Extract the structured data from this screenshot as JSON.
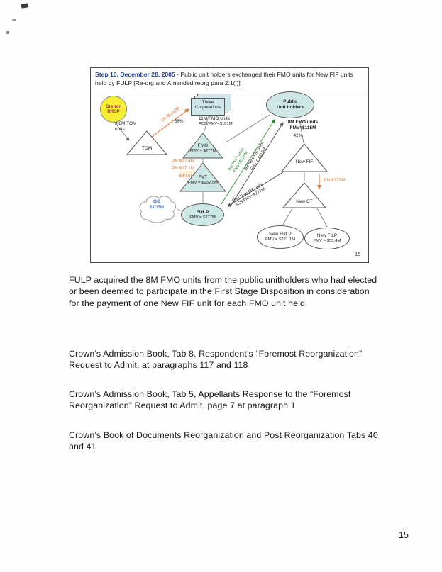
{
  "page": {
    "number": "15"
  },
  "diagram": {
    "header": {
      "step": "Step 10. December 28, 2005",
      "text": " - Public unit holders exchanged their FMO units for New FIF units held by FULP [Re-org and Amended reorg para 2.1(j)]"
    },
    "corner_page_ref": "15",
    "labels": {
      "grenon": "Grenon RRSP",
      "tom_units_line1": "3.8M TOM",
      "tom_units_line2": "units",
      "tom": "TOM",
      "pn_161m": "PN $161M",
      "three_corps": "Three Corporations",
      "pct_58": "58%",
      "units_11m_line1": "11M FMO units",
      "units_11m_line2": "ACB/FMV=$161M",
      "fmo_name": "FMO",
      "fmo_value": "FMV = $277M",
      "public_line1": "Public",
      "public_line2": "Unit holders",
      "units_8m_line1": "8M FMO units",
      "units_8m_line2": "FMV=$115M",
      "pct_42": "42%",
      "pn_27_4m": "PN $27.4M",
      "pn_17_1m": "PN $17.1M",
      "total_44_5m": "$44.5M",
      "fvt_name": "FVT",
      "fvt_value": "FMV = $232.5M",
      "gg_name": "GG",
      "gg_value": "$105M",
      "fulp_name": "FULP",
      "fulp_value": "FMV = $277M",
      "diag_green_line1": "8M FMO units",
      "diag_green_line2": "FMV=$115M",
      "diag_black_line1": "8M New FIF units",
      "diag_black_line2": "FMV = $115M",
      "diag_19m_line1": "19M New FIF units",
      "diag_19m_line2": "ACB/FMV=$277M",
      "new_fif": "New FIF",
      "pn_277m": "PN $277M",
      "new_ct": "New CT",
      "new_fulp_name": "New FULP",
      "new_fulp_value": "FMV = $221.1M",
      "new_filp_name": "New FILP",
      "new_filp_value": "FMV = $55.4M"
    },
    "colors": {
      "shape_fill": "#cde7e4",
      "highlight_yellow": "#f6ee33",
      "orange": "#d9702c",
      "green": "#2f8b34",
      "blue": "#2b5fc7",
      "header_blue": "#1f3d8c"
    }
  },
  "body": {
    "para1": "FULP acquired the 8M FMO units from the public unitholders who had elected or been deemed to participate in the First Stage Disposition in consideration for the payment of one New FIF unit for each FMO unit held.",
    "para2": "Crown’s Admission Book, Tab 8, Respondent’s “Foremost Reorganization” Request to Admit, at paragraphs 117 and 118",
    "para3": "Crown’s Admission Book, Tab 5, Appellants Response to the “Foremost Reorganization” Request to Admit, page 7 at paragraph 1",
    "para4": "Crown’s Book of Documents Reorganization  and Post Reorganization  Tabs 40 and 41"
  }
}
